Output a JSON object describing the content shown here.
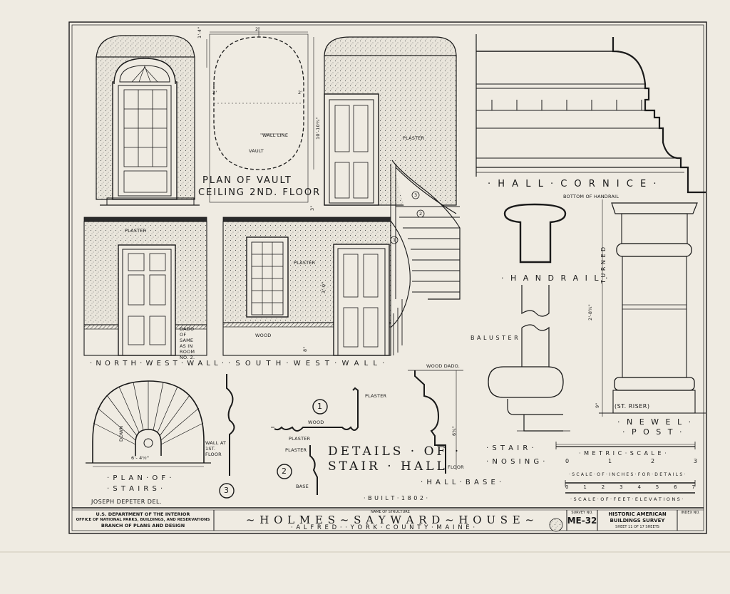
{
  "views": {
    "plan_of_vault": "PLAN OF VAULT",
    "plan_of_vault_2": "CEILING 2ND. FLOOR",
    "hall_cornice": "· H A L L · C O R N I C E ·",
    "handrail": "· H A N D R A I L ·",
    "baluster": "B A L U S T E R",
    "bottom_of_handrail": "BOTTOM OF HANDRAIL",
    "turned": "T U R N E D",
    "newel_post_1": "· N E W E L ·",
    "newel_post_2": "· P O S T ·",
    "st_riser": "(ST. RISER)",
    "north_west_wall": "· N O R T H · W E S T · W A L L ·",
    "south_west_wall": "· S O U T H · W E S T · W A L L ·",
    "plan_of_stairs_1": "· P L A N · O F ·",
    "plan_of_stairs_2": "· S T A I R S ·",
    "details_1": "DETAILS · OF ·",
    "details_2": "STAIR · HALL",
    "hall_base": "· H A L L · B A S E ·",
    "stair_nosing_1": "· S T A I R ·",
    "stair_nosing_2": "· N O S I N G ·",
    "built": "· B U I L T · 1 8 0 2 ·"
  },
  "notes": {
    "wall_line": "WALL LINE",
    "vault": "VAULT",
    "plaster": "PLASTER",
    "wood": "WOOD",
    "wood_dado": "WOOD DADO.",
    "dado_note": "DADO OF SAME AS IN ROOM NO. 2.",
    "wall_at_1st": "WALL AT 1ST. FLOOR",
    "down": "DOWN",
    "floor": "FLOOR",
    "base": "BASE",
    "dim_2a": "2'",
    "dim_1_4": "1'-4\"",
    "dim_2b": "2'",
    "dim_2c": "2'",
    "dim_10_10": "10'-10¾\"",
    "dim_3_0": "3'-0\"",
    "dim_2_8": "2'-8¾\"",
    "dim_6_4": "6'- 4½\"",
    "dim_8": "8\"",
    "dim_6_34": "6¾\"",
    "dim_3": "3\"",
    "dim_9": "9\"",
    "marker_1": "1",
    "marker_2": "2",
    "marker_3": "3",
    "small_1": "1",
    "small_2": "2",
    "small_3": "3"
  },
  "scales": {
    "metric_title": "· M E T R I C · S C A L E ·",
    "metric_ticks": [
      "0",
      "1",
      "2",
      "3"
    ],
    "inches_title": "· S C A L E · O F · I N C H E S · F O R · D E T A I L S ·",
    "inch_ticks": [
      "0",
      "1",
      "2",
      "3",
      "4",
      "5",
      "6",
      "7"
    ],
    "feet_title": "· S C A L E · O F · F E E T · E L E V A T I O N S ·"
  },
  "title_block": {
    "delineator": "JOSEPH DEPETER DEL.",
    "agency_1": "U.S. DEPARTMENT OF THE INTERIOR",
    "agency_2": "OFFICE OF NATIONAL PARKS, BUILDINGS, AND RESERVATIONS",
    "agency_3": "BRANCH OF PLANS AND DESIGN",
    "name_label": "NAME OF STRUCTURE",
    "structure_name": "~ H O L M E S ~ S A Y W A R D ~ H O U S E ~",
    "location": "· A L F R E D · · Y O R K · C O U N T Y · M A I N E ·",
    "survey_label": "SURVEY NO.",
    "survey_no": "ME-32",
    "habs_1": "HISTORIC AMERICAN",
    "habs_2": "BUILDINGS SURVEY",
    "sheet": "SHEET 11 OF 17 SHEETS",
    "index_label": "INDEX NO."
  }
}
